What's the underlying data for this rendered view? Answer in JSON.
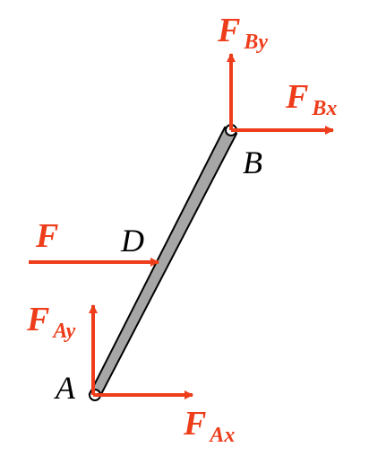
{
  "colors": {
    "force": "#ee3d1b",
    "rod_fill": "#a6a6a6",
    "rod_stroke": "#000000",
    "text": "#000000"
  },
  "points": {
    "A": "A",
    "B": "B",
    "D": "D"
  },
  "forces": {
    "F": {
      "main": "F",
      "sub": ""
    },
    "FBy": {
      "main": "F",
      "sub": "By"
    },
    "FBx": {
      "main": "F",
      "sub": "Bx"
    },
    "FAy": {
      "main": "F",
      "sub": "Ay"
    },
    "FAx": {
      "main": "F",
      "sub": "Ax"
    }
  }
}
